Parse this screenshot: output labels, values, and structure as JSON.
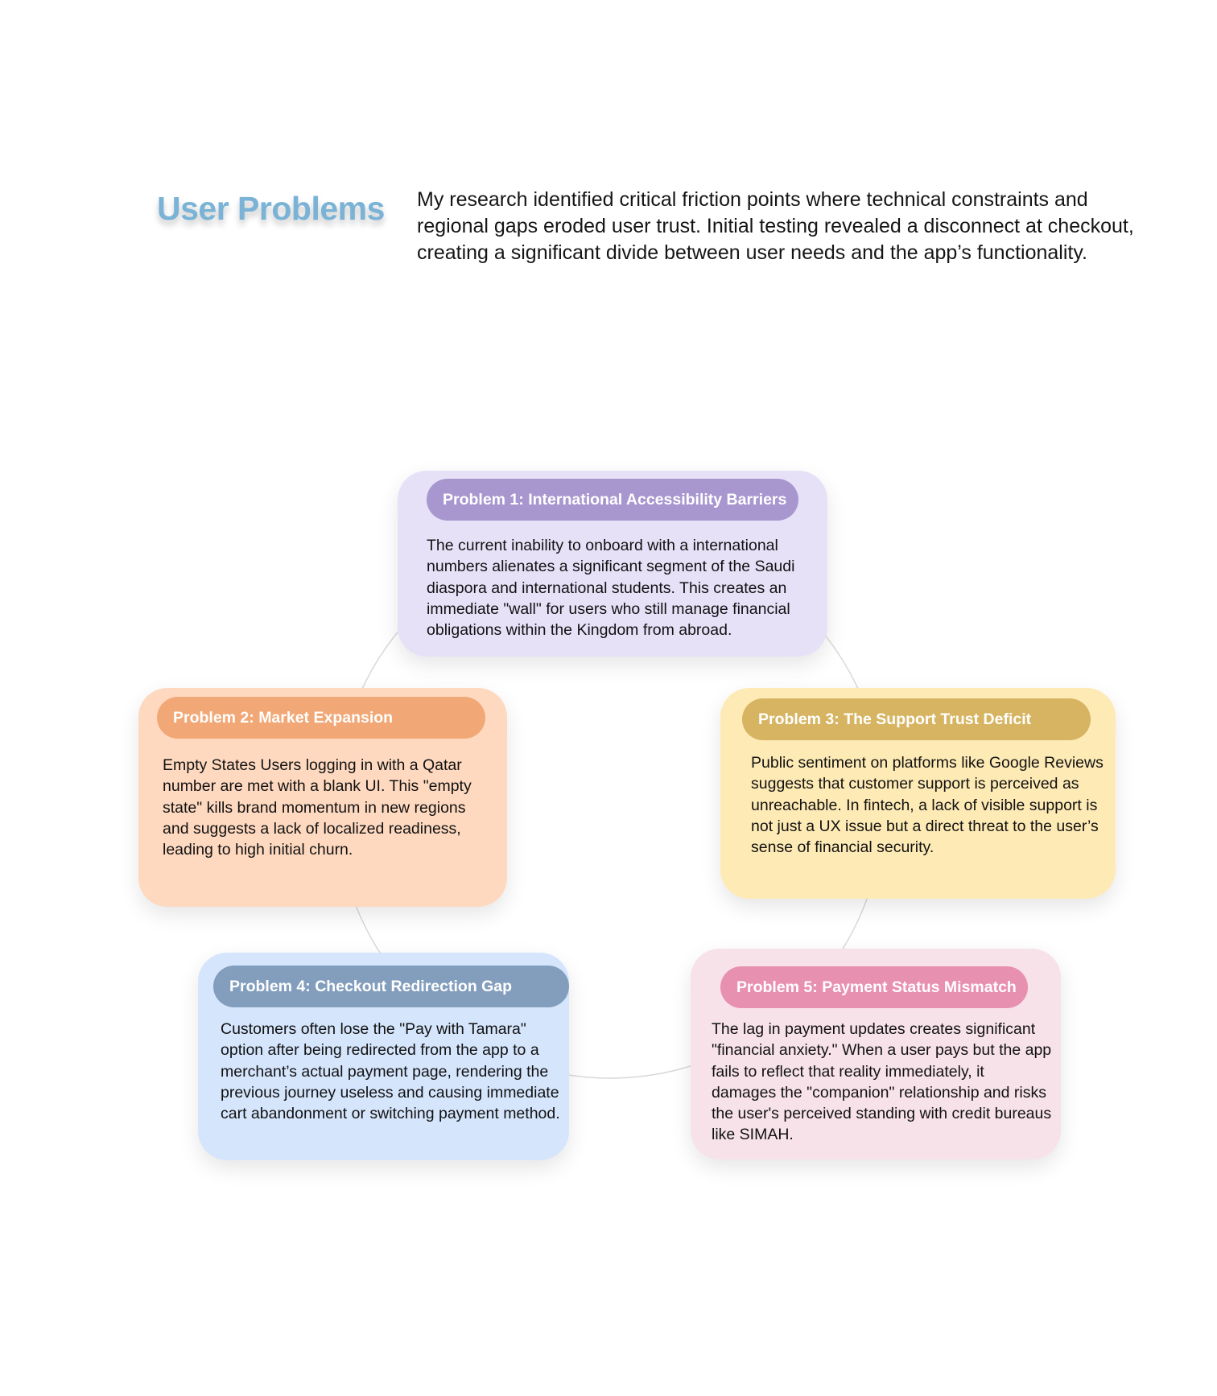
{
  "header": {
    "title": "User Problems",
    "intro": "My research identified critical friction points where technical constraints and regional gaps eroded user trust. Initial testing revealed a disconnect at checkout, creating a significant divide between user needs and the app’s functionality."
  },
  "colors": {
    "title": "#7ab3d6",
    "connector": "#d9d9d9"
  },
  "problems": [
    {
      "label": "Problem 1: International Accessibility Barriers",
      "description": "The current inability to onboard with a international numbers alienates a significant segment of the Saudi diaspora and international students. This creates an immediate \"wall\" for users who still manage financial obligations within the Kingdom from abroad.",
      "card_color": "#e7e1f8",
      "pill_color": "#a897cf"
    },
    {
      "label": "Problem 2: Market Expansion",
      "description": "Empty States Users logging in with a Qatar number are met with a blank UI. This \"empty state\" kills brand momentum in new regions and suggests a lack of localized readiness, leading to high initial churn.",
      "card_color": "#fed9c0",
      "pill_color": "#f2a876"
    },
    {
      "label": "Problem 3: The Support Trust Deficit",
      "description": "Public sentiment on platforms like Google Reviews suggests that customer support is perceived as unreachable. In fintech, a lack of visible support is not just a UX issue but a direct threat to the user’s sense of financial security.",
      "card_color": "#feeab5",
      "pill_color": "#d6b461"
    },
    {
      "label": "Problem 4: Checkout Redirection Gap",
      "description": "Customers often lose the \"Pay with Tamara\" option after being redirected from the app to a merchant’s actual payment page, rendering the previous journey useless and causing immediate cart abandonment or switching payment method.",
      "card_color": "#d5e5fc",
      "pill_color": "#839ebd"
    },
    {
      "label": "Problem 5: Payment Status Mismatch",
      "description": "The lag in payment updates creates significant \"financial anxiety.\" When a user pays but the app fails to reflect that reality immediately, it damages the \"companion\" relationship and risks the user's perceived standing with credit bureaus like SIMAH.",
      "card_color": "#f7e2ea",
      "pill_color": "#e890b0"
    }
  ]
}
